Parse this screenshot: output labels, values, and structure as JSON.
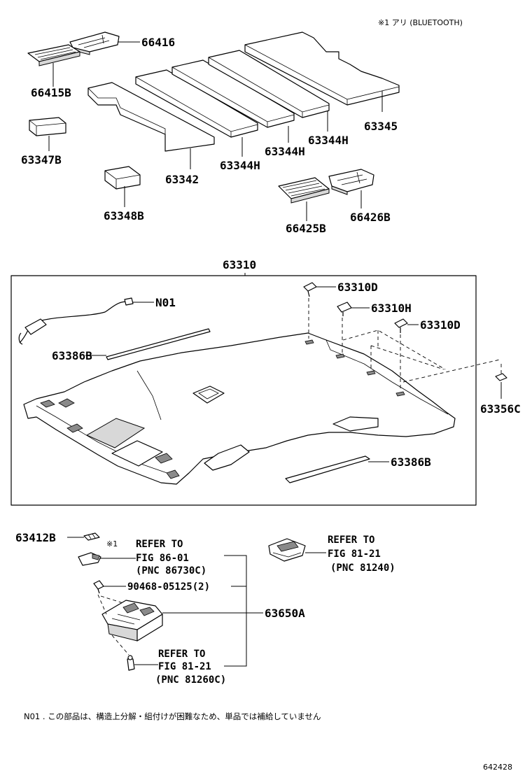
{
  "note_top": "※1 アリ (BLUETOOTH)",
  "labels": {
    "p66416": "66416",
    "p66415B": "66415B",
    "p63347B": "63347B",
    "p63342": "63342",
    "p63344H_a": "63344H",
    "p63344H_b": "63344H",
    "p63344H_c": "63344H",
    "p63345": "63345",
    "p63348B": "63348B",
    "p66425B": "66425B",
    "p66426B": "66426B",
    "p63310": "63310",
    "pN01": "N01",
    "p63310D_a": "63310D",
    "p63310H": "63310H",
    "p63310D_b": "63310D",
    "p63386B_a": "63386B",
    "p63356C": "63356C",
    "p63386B_b": "63386B",
    "p63412B": "63412B",
    "p90468": "90468-05125(2)",
    "p63650A": "63650A"
  },
  "refs": {
    "r1_mark": "※1",
    "r1_line1": "REFER TO",
    "r1_line2": "FIG 86-01",
    "r1_line3": "(PNC 86730C)",
    "r2_line1": "REFER TO",
    "r2_line2": "FIG 81-21",
    "r2_line3": "(PNC 81240)",
    "r3_line1": "REFER TO",
    "r3_line2": "FIG 81-21",
    "r3_line3": "(PNC 81260C)"
  },
  "footnote": "N01 . この部品は、構造上分解・組付けが困難なため、単品では補給していません",
  "figure_id": "642428"
}
